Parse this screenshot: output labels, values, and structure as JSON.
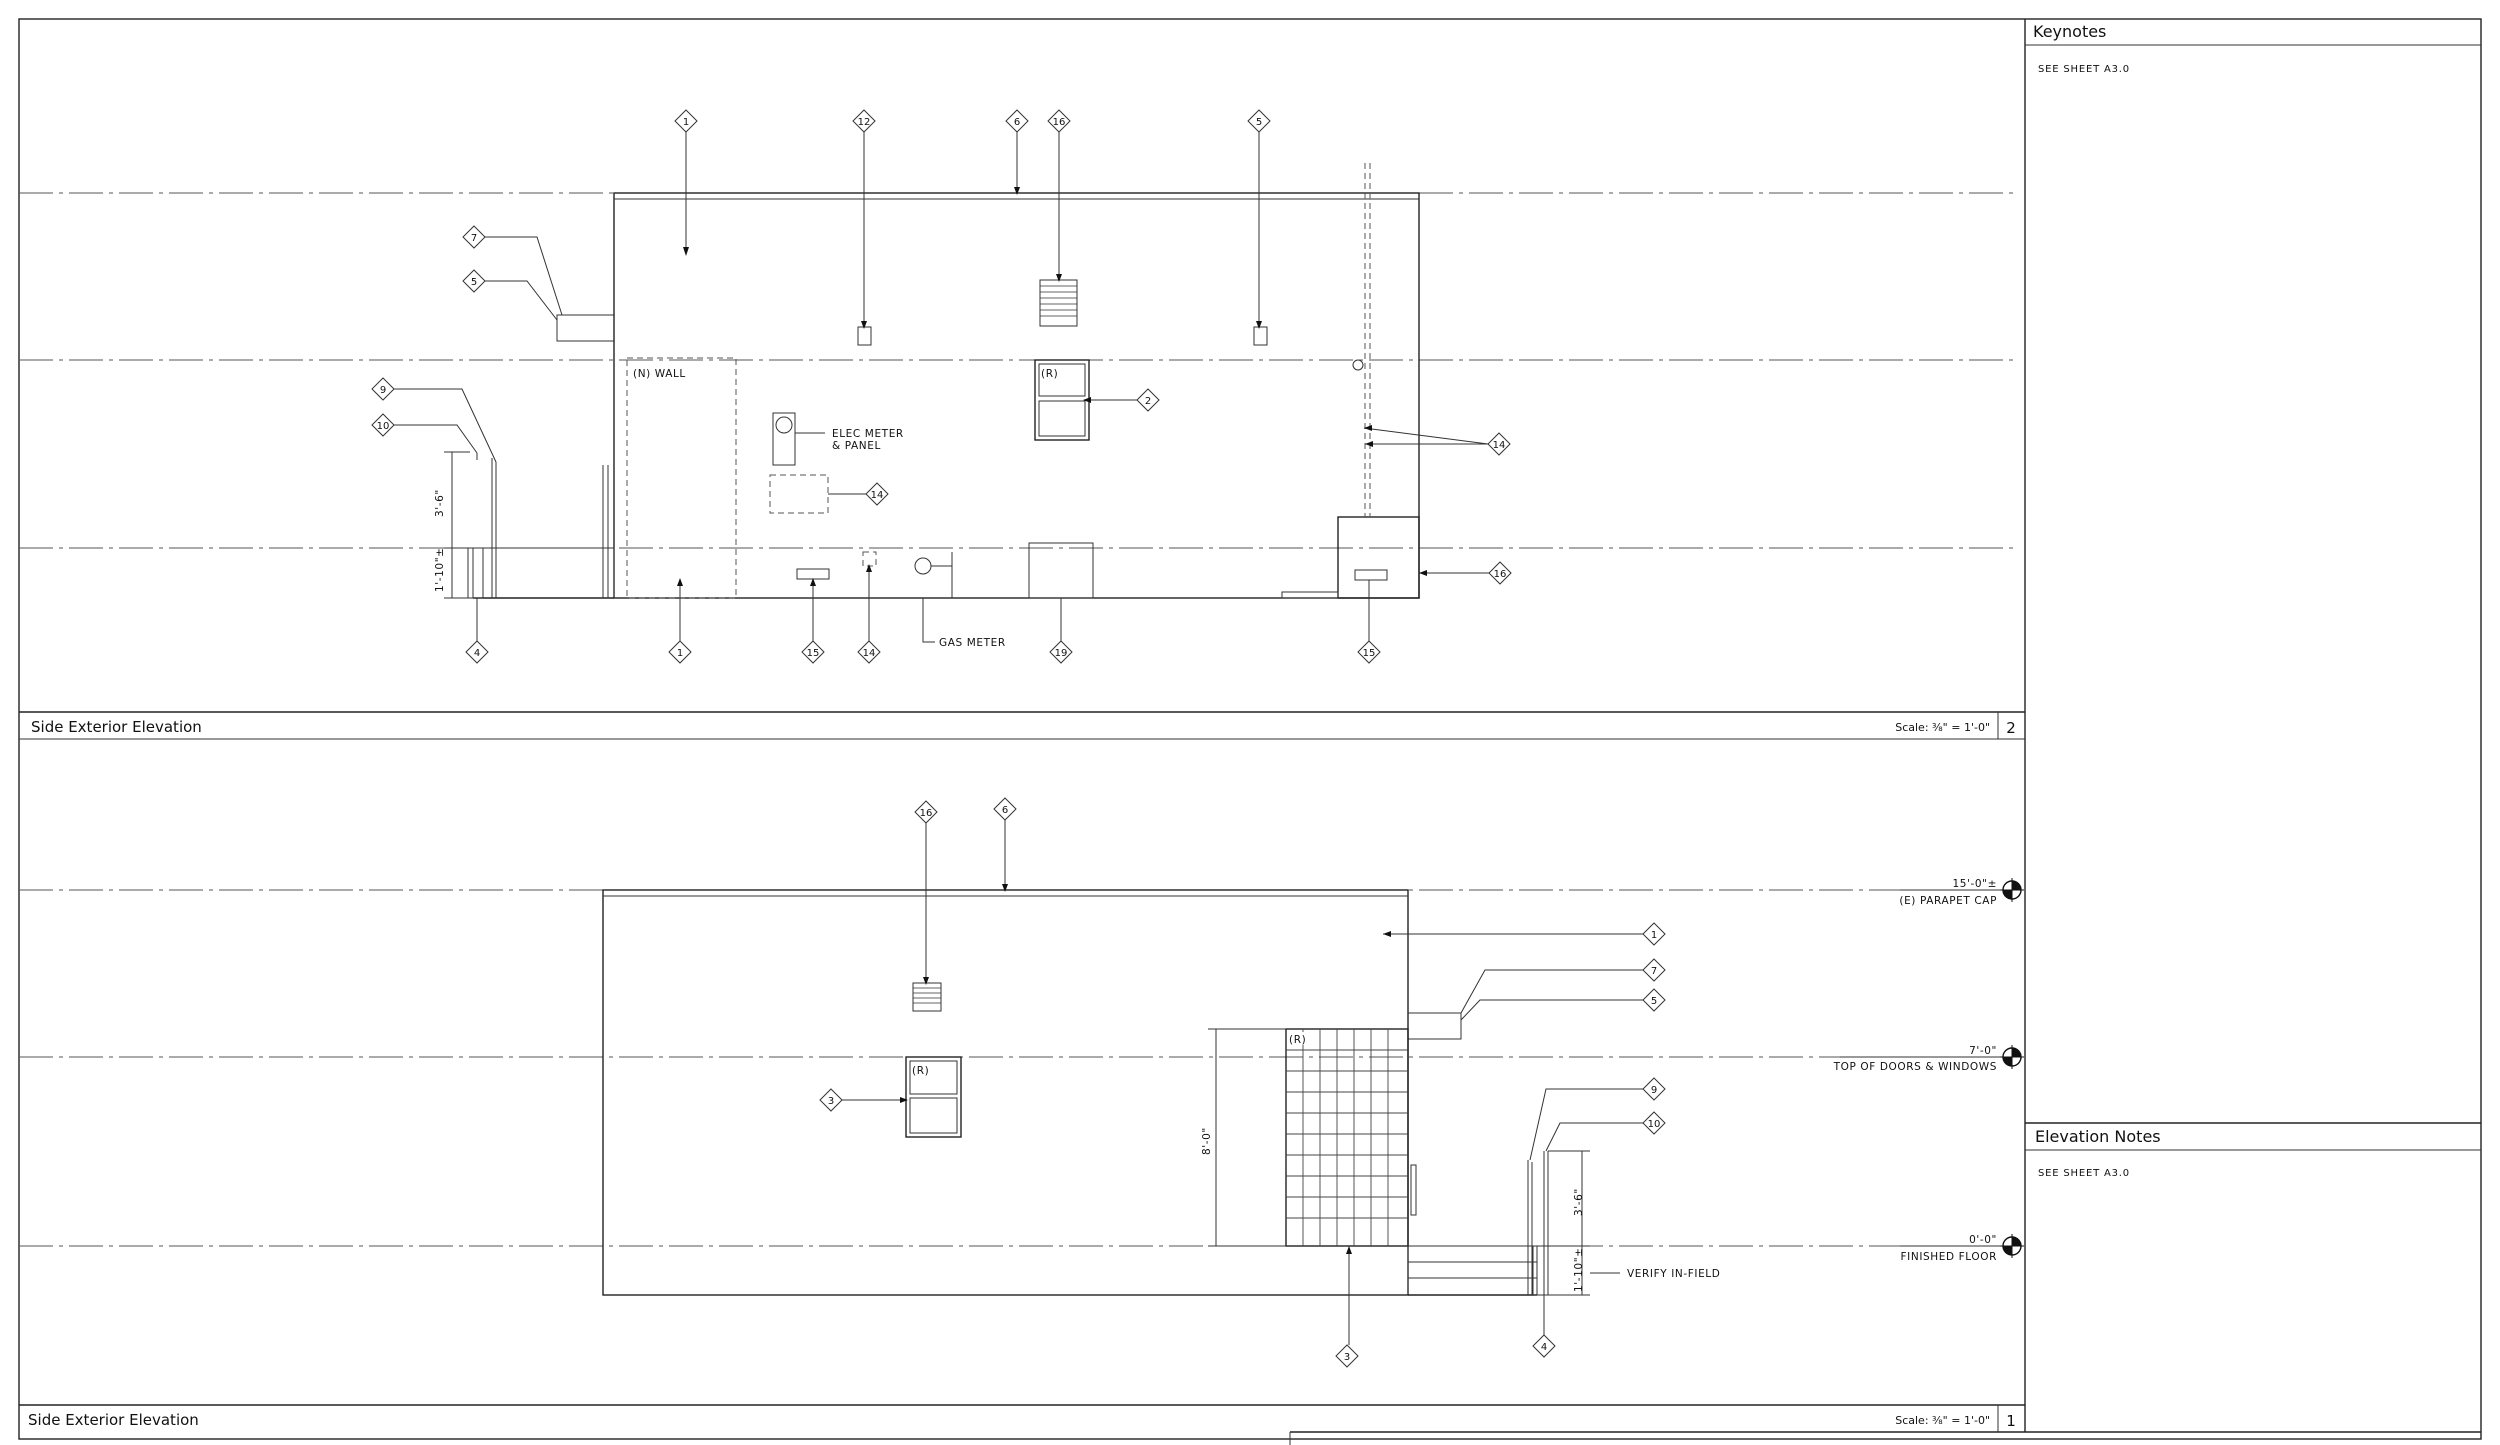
{
  "sheet": {
    "keynotes_title": "Keynotes",
    "keynotes_text": "SEE SHEET A3.0",
    "elevation_notes_title": "Elevation Notes",
    "elevation_notes_text": "SEE SHEET A3.0"
  },
  "view_top": {
    "title": "Side Exterior Elevation",
    "scale": "Scale: ⅜\" = 1'-0\"",
    "number": "2",
    "labels": {
      "wall": "(N) WALL",
      "elec_meter": "ELEC METER",
      "panel": "& PANEL",
      "gas_meter": "GAS METER",
      "window": "(R)",
      "dim_upper": "3'-6\"",
      "dim_lower": "1'-10\"±"
    },
    "keys": {
      "k1a": "1",
      "k12": "12",
      "k6": "6",
      "k16a": "16",
      "k5a": "5",
      "k7": "7",
      "k5b": "5",
      "k9": "9",
      "k10": "10",
      "k2": "2",
      "k14a": "14",
      "k14b": "14",
      "k16b": "16",
      "k4": "4",
      "k1b": "1",
      "k15a": "15",
      "k14c": "14",
      "k19": "19",
      "k15b": "15"
    }
  },
  "view_bottom": {
    "title": "Side Exterior Elevation",
    "scale": "Scale: ⅜\" = 1'-0\"",
    "number": "1",
    "labels": {
      "window": "(R)",
      "door": "(R)",
      "dim_door": "8'-0\"",
      "dim_upper": "3'-6\"",
      "dim_lower": "1'-10\"±",
      "verify": "VERIFY IN-FIELD"
    },
    "levels": {
      "parapet_value": "15'-0\"±",
      "parapet_name": "(E) PARAPET CAP",
      "doors_value": "7'-0\"",
      "doors_name": "TOP OF DOORS & WINDOWS",
      "floor_value": "0'-0\"",
      "floor_name": "FINISHED FLOOR"
    },
    "keys": {
      "k16": "16",
      "k6": "6",
      "k1": "1",
      "k7": "7",
      "k5": "5",
      "k3a": "3",
      "k9": "9",
      "k10": "10",
      "k3b": "3",
      "k4": "4"
    }
  }
}
